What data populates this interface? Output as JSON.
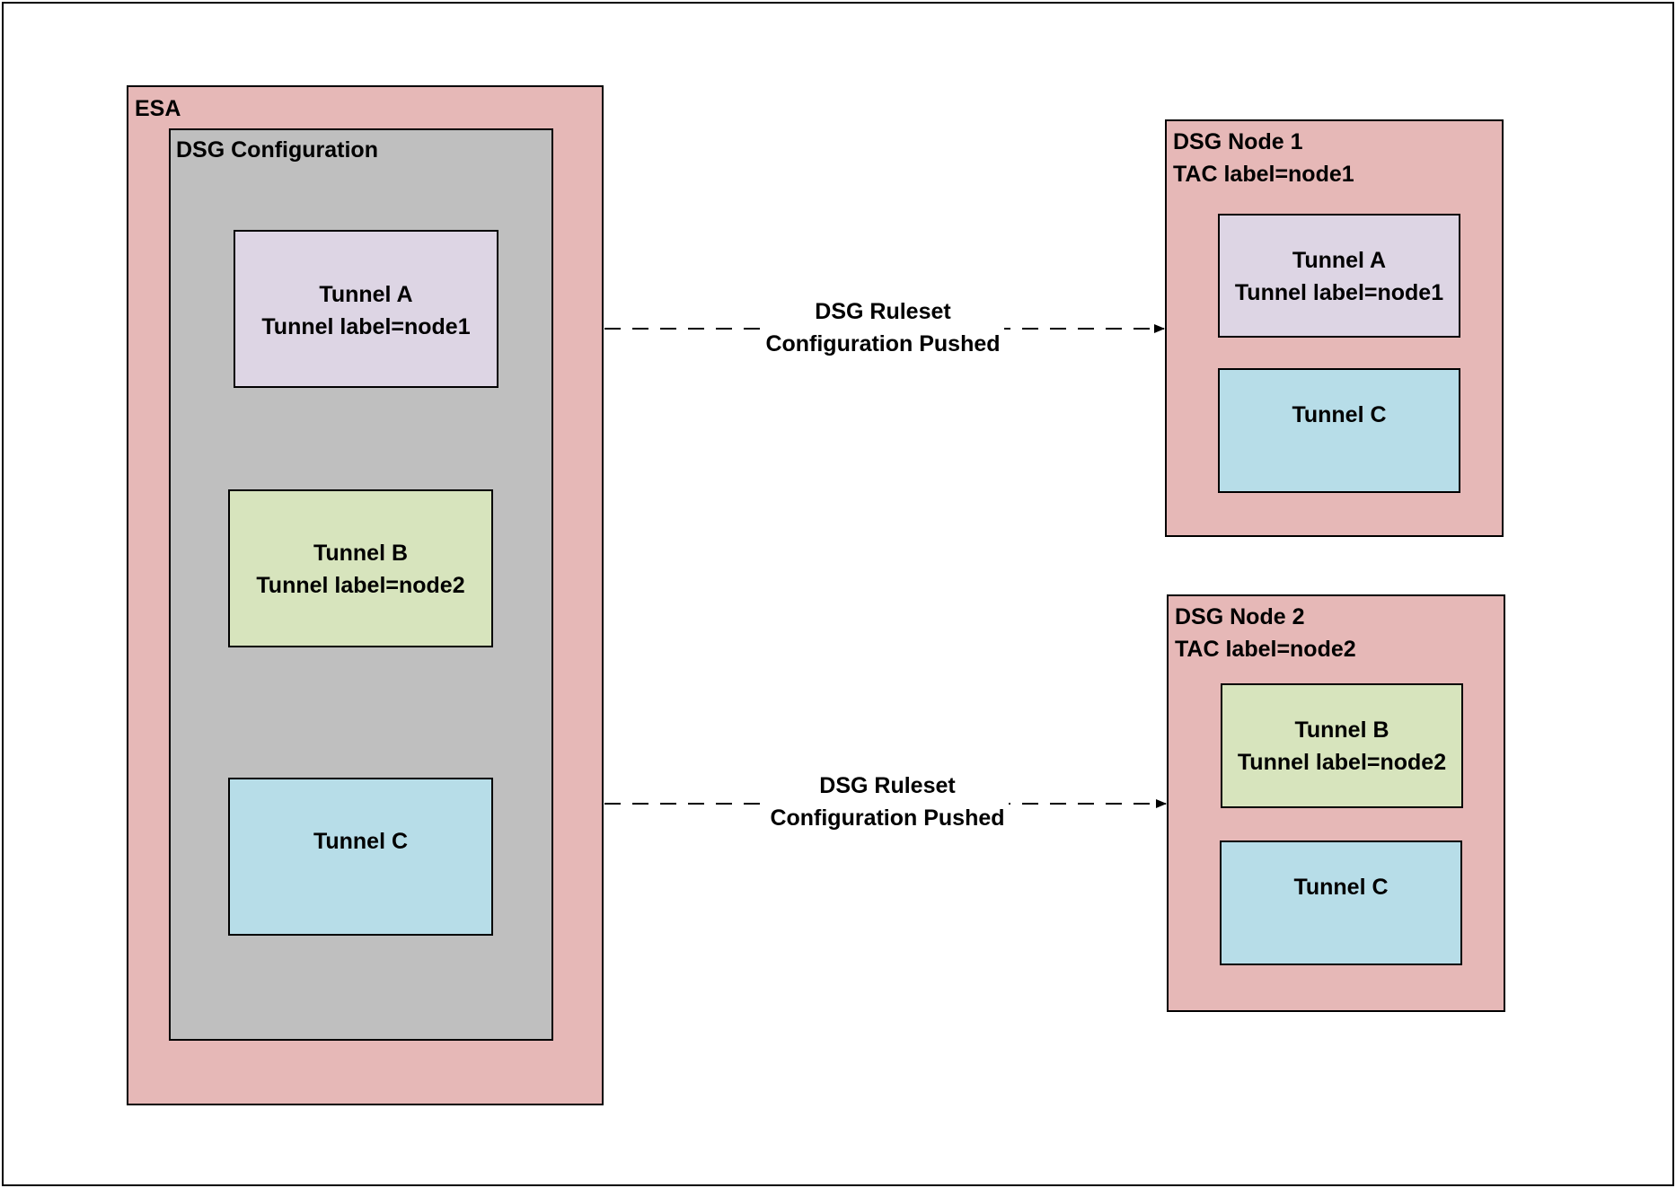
{
  "colors": {
    "node_fill": "#e6b8b7",
    "config_fill": "#bfbfbf",
    "tunnel_a_fill": "#ddd5e4",
    "tunnel_b_fill": "#d7e4bd",
    "tunnel_c_fill": "#b7dde8",
    "stroke": "#000000"
  },
  "esa": {
    "title": "ESA",
    "config": {
      "title": "DSG Configuration",
      "tunnels": [
        {
          "name": "Tunnel A",
          "label": "Tunnel label=node1"
        },
        {
          "name": "Tunnel B",
          "label": "Tunnel label=node2"
        },
        {
          "name": "Tunnel C",
          "label": ""
        }
      ]
    }
  },
  "nodes": [
    {
      "title": "DSG Node 1",
      "tac": "TAC label=node1",
      "tunnels": [
        {
          "name": "Tunnel A",
          "label": "Tunnel label=node1"
        },
        {
          "name": "Tunnel C",
          "label": ""
        }
      ]
    },
    {
      "title": "DSG Node 2",
      "tac": "TAC label=node2",
      "tunnels": [
        {
          "name": "Tunnel B",
          "label": "Tunnel label=node2"
        },
        {
          "name": "Tunnel C",
          "label": ""
        }
      ]
    }
  ],
  "connections": [
    {
      "line1": "DSG Ruleset",
      "line2": "Configuration Pushed"
    },
    {
      "line1": "DSG Ruleset",
      "line2": "Configuration Pushed"
    }
  ]
}
